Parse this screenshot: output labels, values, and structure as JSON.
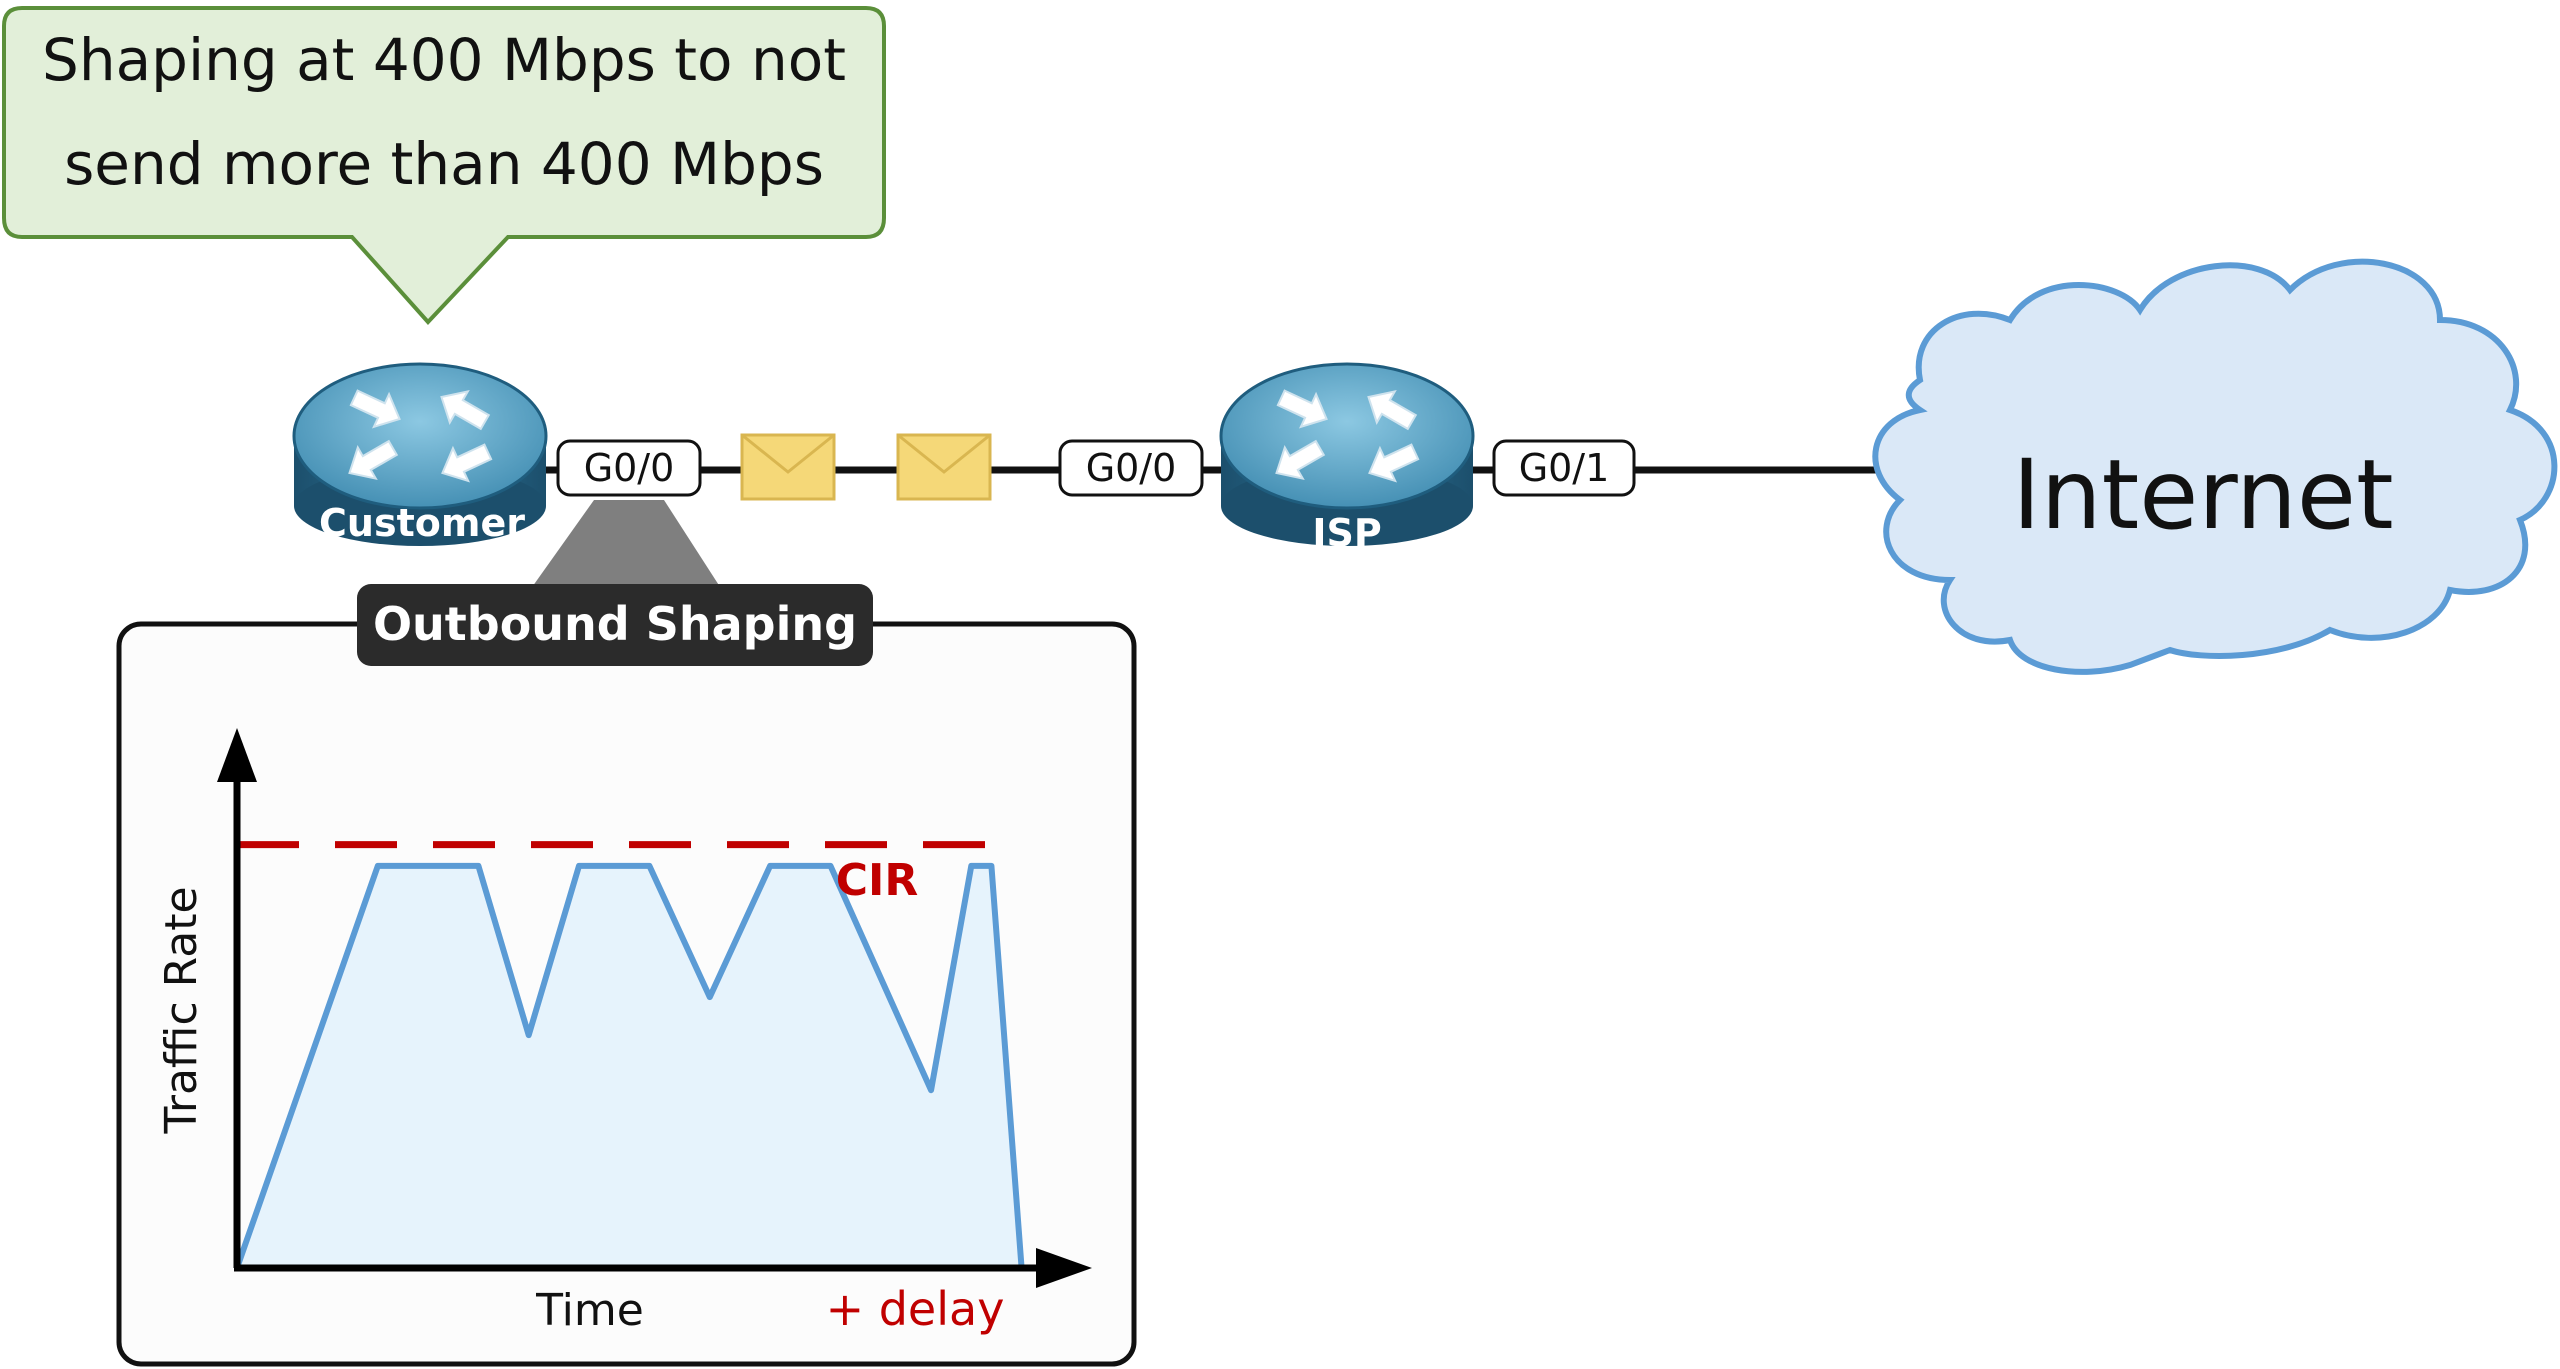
{
  "callout": {
    "line1": "Shaping at 400 Mbps to not",
    "line2": "send more than 400 Mbps"
  },
  "routers": {
    "customer": {
      "label": "Customer"
    },
    "isp": {
      "label": "ISP"
    }
  },
  "interfaces": {
    "customer_g00": "G0/0",
    "isp_g00": "G0/0",
    "isp_g01": "G0/1"
  },
  "cloud": {
    "label": "Internet"
  },
  "shaping_panel": {
    "title": "Outbound Shaping",
    "y_axis_label": "Traffic Rate",
    "x_axis_label": "Time",
    "delay_label": "+ delay",
    "cir_label": "CIR"
  },
  "colors": {
    "callout_fill": "#e2efd9",
    "callout_stroke": "#5b8f3a",
    "router_body": "#2a6b8e",
    "router_top": "#5aa6c9",
    "cir_red": "#c00000",
    "traffic_line": "#5b9bd5",
    "traffic_fill": "#e6f3fc",
    "cloud_fill": "#dae8f7",
    "cloud_stroke": "#5b9bd5",
    "envelope": "#f5d878"
  },
  "chart_data": {
    "type": "area",
    "title": "",
    "xlabel": "Time",
    "ylabel": "Traffic Rate",
    "x": [
      0,
      14,
      24,
      29,
      34,
      41,
      47,
      53,
      59,
      69,
      73,
      75,
      78
    ],
    "values": [
      0,
      95,
      95,
      55,
      95,
      95,
      64,
      95,
      95,
      42,
      95,
      95,
      0
    ],
    "cir": 100,
    "xlim": [
      0,
      85
    ],
    "ylim": [
      0,
      120
    ],
    "grid": false,
    "annotations": [
      "CIR",
      "+ delay"
    ]
  }
}
